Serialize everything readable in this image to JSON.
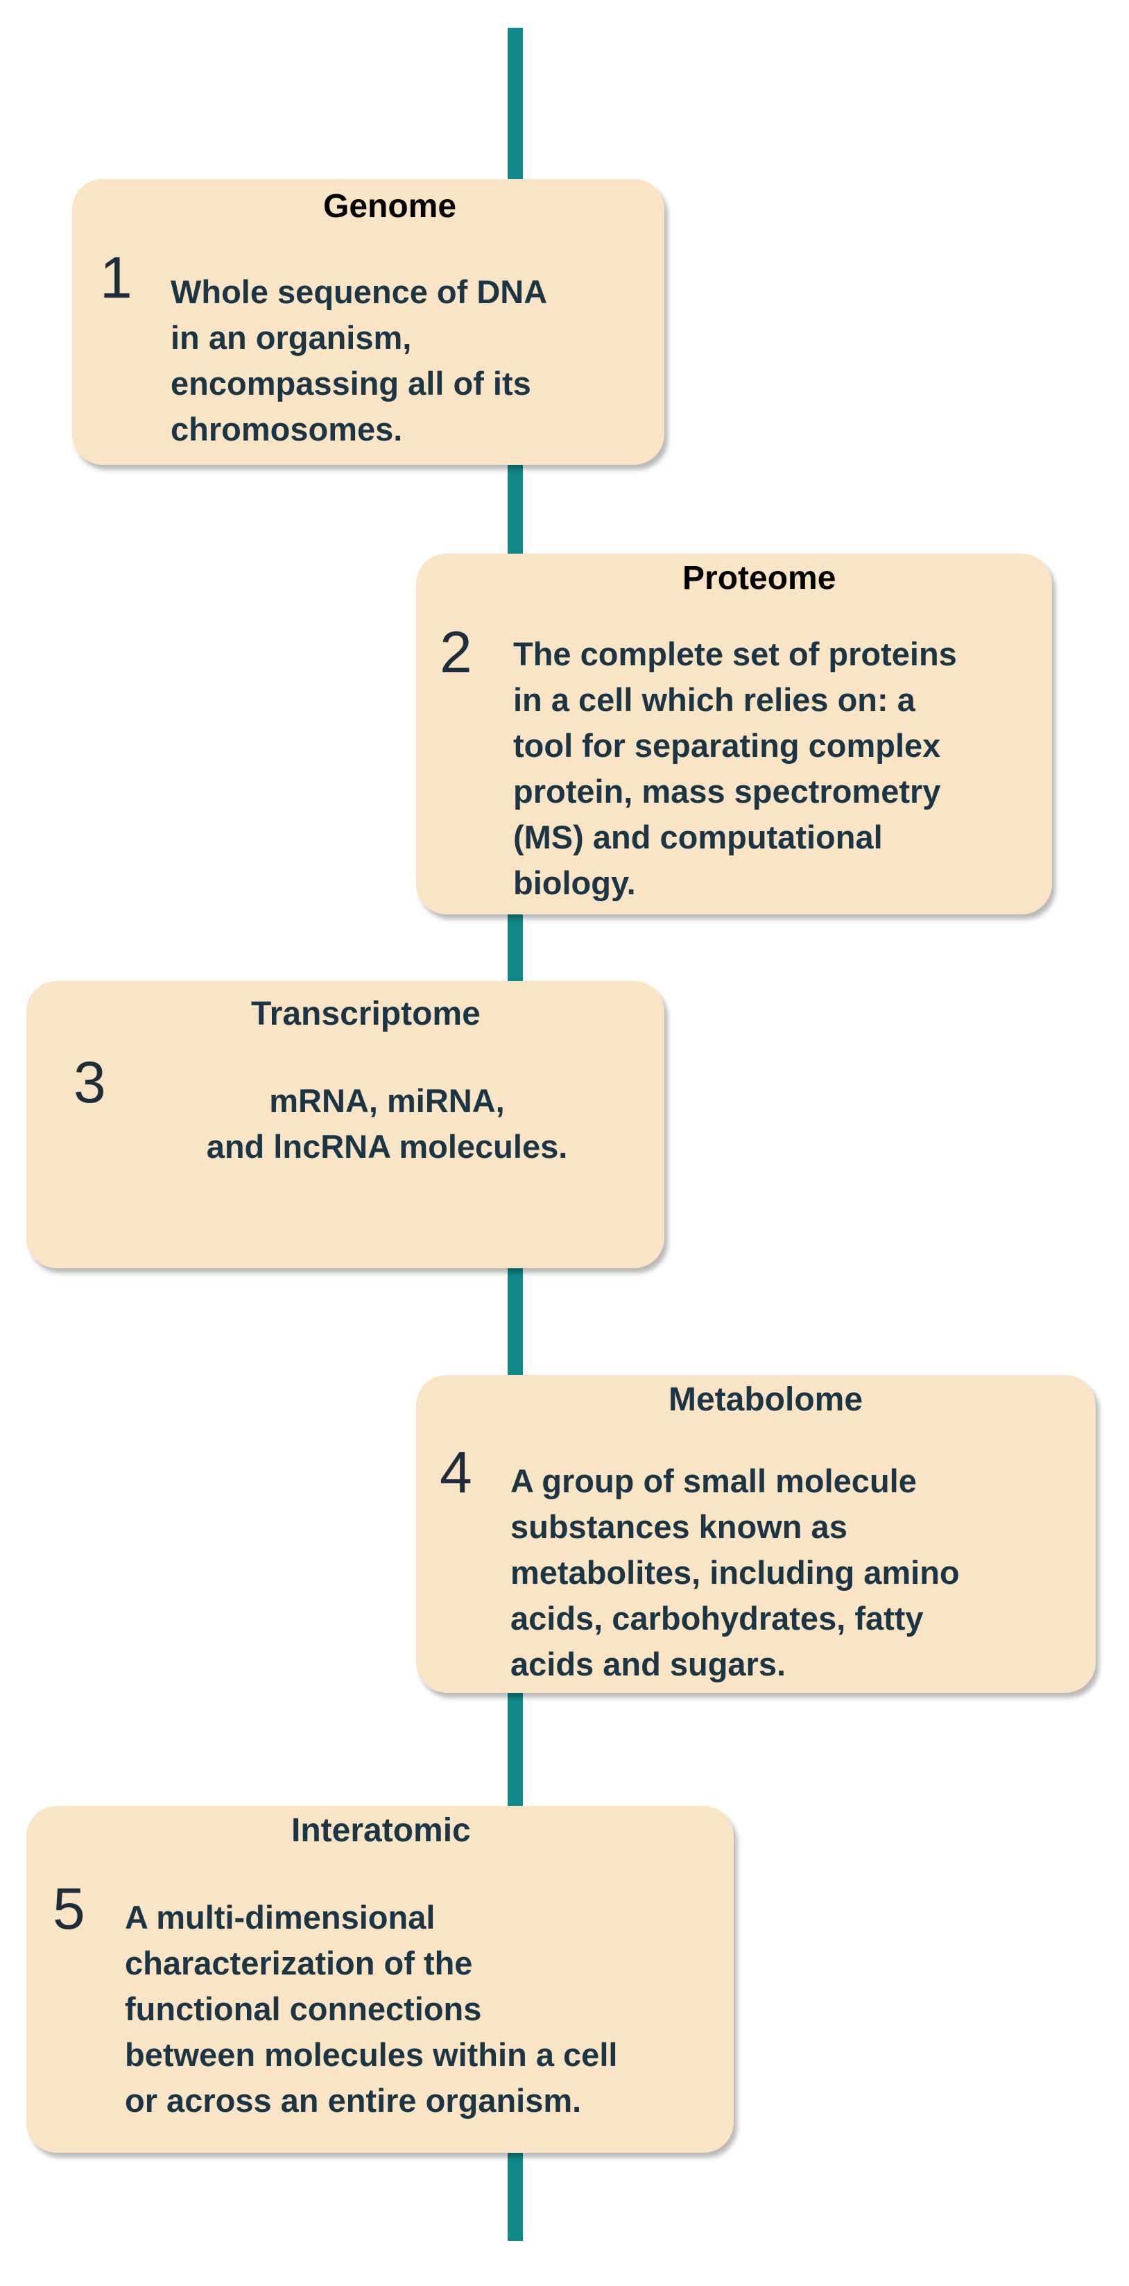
{
  "colors": {
    "spine": "#11898a",
    "card_background": "#fae4c6",
    "text_dark": "#1b3545"
  },
  "cards": [
    {
      "number": "1",
      "title": "Genome",
      "text": "Whole sequence of DNA\nin an organism,\nencompassing all of its\nchromosomes."
    },
    {
      "number": "2",
      "title": "Proteome",
      "text": "The complete set of proteins\nin a cell which relies on: a\ntool for separating complex\nprotein, mass spectrometry\n(MS) and computational\nbiology."
    },
    {
      "number": "3",
      "title": "Transcriptome",
      "text": "mRNA, miRNA,\nand lncRNA molecules."
    },
    {
      "number": "4",
      "title": "Metabolome",
      "text": "A group of small molecule\nsubstances known as\nmetabolites, including amino\nacids, carbohydrates, fatty\nacids and sugars."
    },
    {
      "number": "5",
      "title": "Interatomic",
      "text": "A multi-dimensional\ncharacterization of the\nfunctional connections\nbetween molecules within a cell\nor across an entire organism."
    }
  ]
}
